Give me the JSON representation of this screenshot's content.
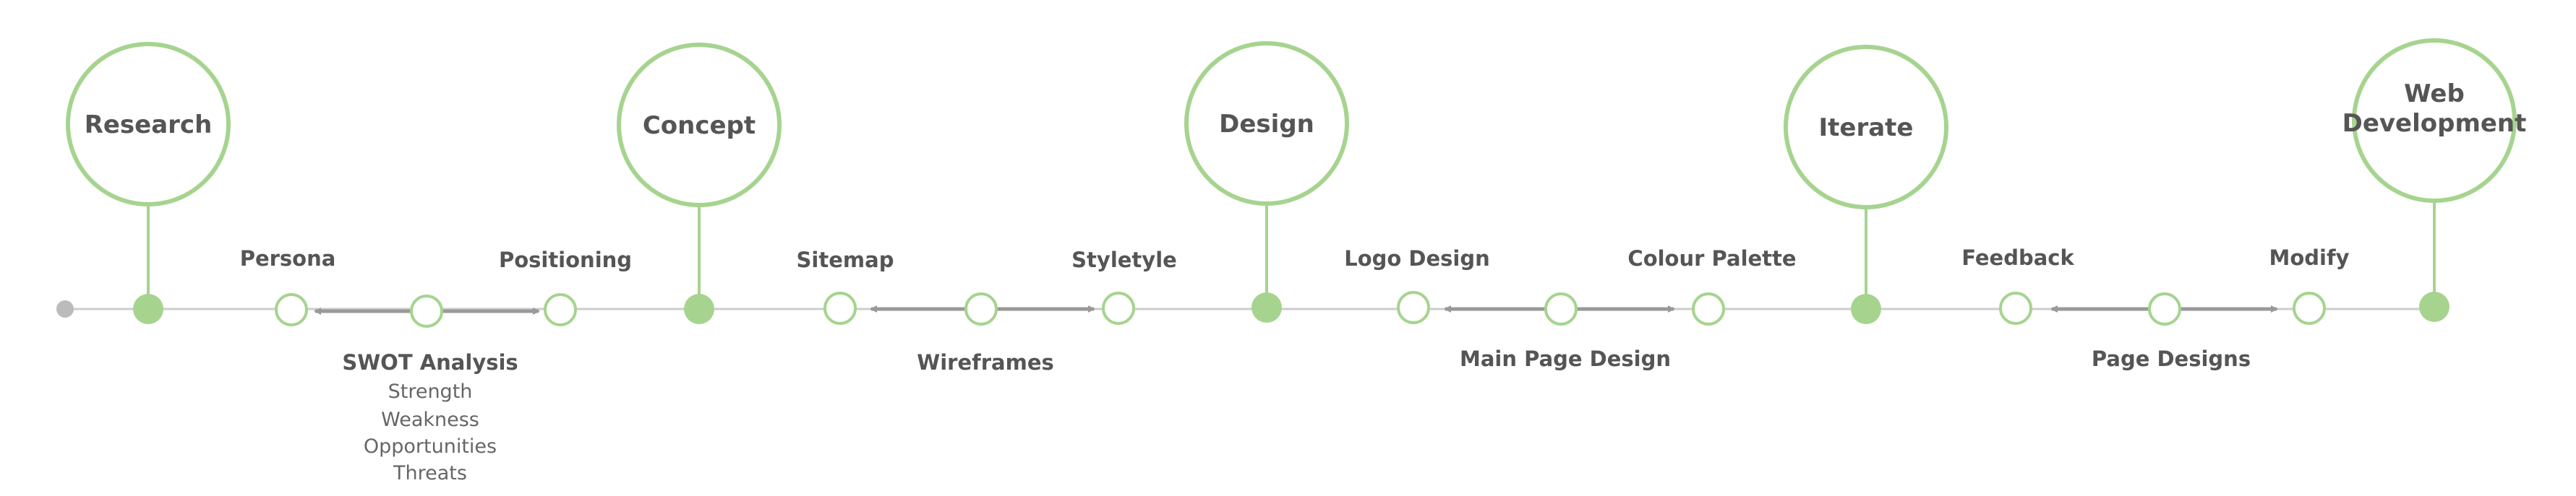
{
  "colors": {
    "accent": "#a6d48f",
    "timeline": "#cccccc",
    "arrow": "#999999",
    "text": "#555555",
    "start_dot": "#bbbbbb"
  },
  "phases": [
    {
      "label": "Research"
    },
    {
      "label": "Concept"
    },
    {
      "label": "Design"
    },
    {
      "label": "Iterate"
    },
    {
      "label_lines": [
        "Web",
        "Development"
      ]
    }
  ],
  "steps": [
    {
      "label": "Persona"
    },
    {
      "label": "Positioning"
    },
    {
      "label": "Sitemap"
    },
    {
      "label": "Styletyle"
    },
    {
      "label": "Logo Design"
    },
    {
      "label": "Colour Palette"
    },
    {
      "label": "Feedback"
    },
    {
      "label": "Modify"
    }
  ],
  "connectors": [
    {
      "label": "SWOT Analysis",
      "sub_items": [
        "Strength",
        "Weakness",
        "Opportunities",
        "Threats"
      ]
    },
    {
      "label": "Wireframes"
    },
    {
      "label": "Main Page Design"
    },
    {
      "label": "Page Designs"
    }
  ]
}
